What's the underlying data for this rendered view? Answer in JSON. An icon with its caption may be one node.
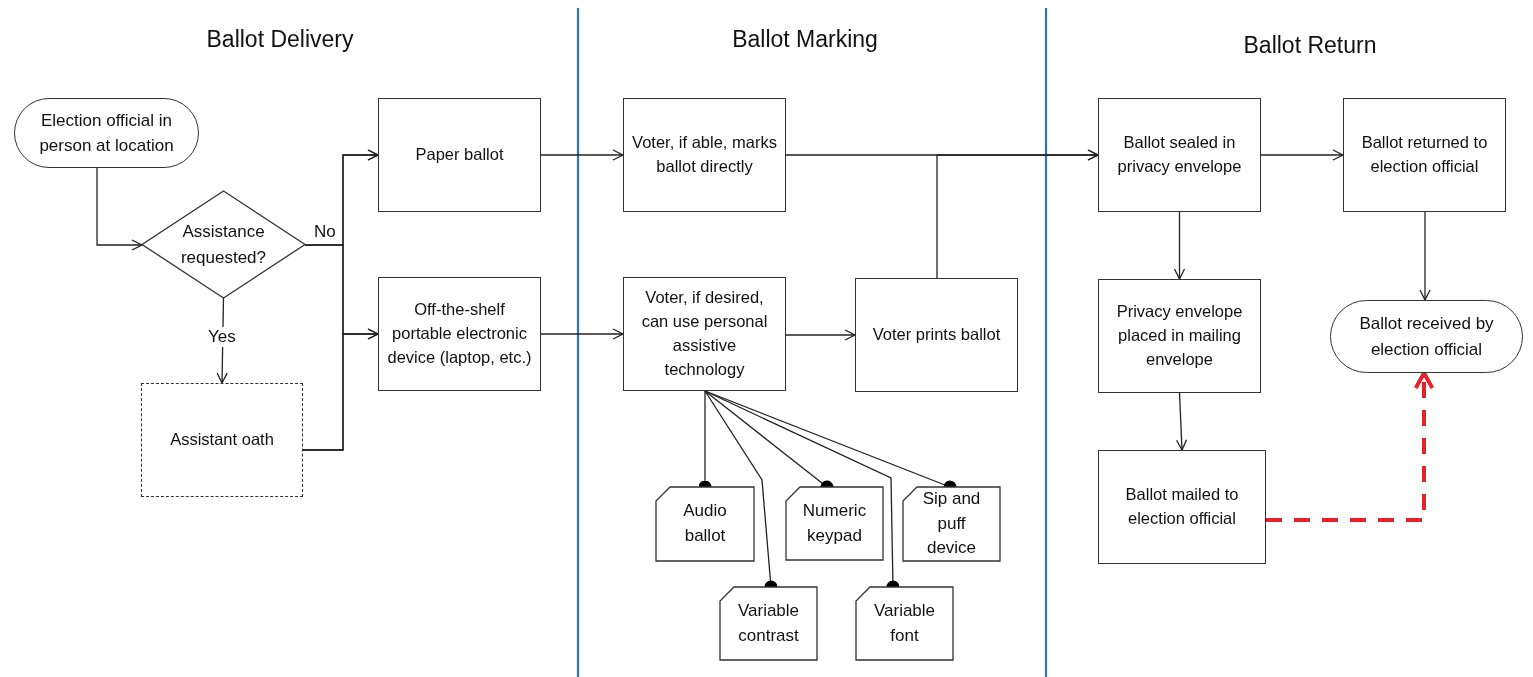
{
  "diagram": {
    "nodes": [
      {
        "text": [
          "Election official in person at location"
        ]
      },
      {
        "text": [
          "Assistance requested?"
        ]
      },
      {
        "text": [
          "Assistant oath"
        ]
      },
      {
        "text": [
          "Paper ballot"
        ]
      },
      {
        "text": [
          "Off-the-shelf portable electronic device (laptop, etc.)"
        ]
      },
      {
        "text": [
          "Voter, if able, marks ballot directly"
        ]
      },
      {
        "text": [
          "Voter, if desired, can use personal assistive technology"
        ]
      },
      {
        "text": [
          "Voter prints ballot"
        ]
      },
      {
        "text": [
          "Audio ballot"
        ]
      },
      {
        "text": [
          "Numeric keypad"
        ]
      },
      {
        "text": [
          "Sip and puff device"
        ]
      },
      {
        "text": [
          "Variable contrast"
        ]
      },
      {
        "text": [
          "Variable font"
        ]
      },
      {
        "text": [
          "Ballot sealed in privacy envelope"
        ]
      },
      {
        "text": [
          "Ballot returned to election official"
        ]
      },
      {
        "text": [
          "Privacy envelope placed in mailing envelope"
        ]
      },
      {
        "text": [
          "Ballot mailed to election official"
        ]
      },
      {
        "text": [
          "Ballot received by election official"
        ]
      }
    ],
    "edges": [
      {
        "from": 0,
        "to": 1,
        "arrow": "to"
      },
      {
        "from": 1,
        "to": 3,
        "arrow": "to",
        "label": "No"
      },
      {
        "from": 1,
        "to": 4,
        "arrow": "to"
      },
      {
        "from": 1,
        "to": 2,
        "arrow": "to",
        "label": "Yes"
      },
      {
        "from": 2,
        "to": 3,
        "arrow": "to"
      },
      {
        "from": 2,
        "to": 4,
        "arrow": "to"
      },
      {
        "from": 3,
        "to": 5,
        "arrow": "to"
      },
      {
        "from": 4,
        "to": 6,
        "arrow": "to"
      },
      {
        "from": 5,
        "to": 13,
        "arrow": "to"
      },
      {
        "from": 6,
        "to": 7,
        "arrow": "to"
      },
      {
        "from": 7,
        "to": 13,
        "arrow": "to"
      },
      {
        "from": 13,
        "to": 14,
        "arrow": "to"
      },
      {
        "from": 13,
        "to": 15,
        "arrow": "to"
      },
      {
        "from": 14,
        "to": 17,
        "arrow": "to"
      },
      {
        "from": 15,
        "to": 16,
        "arrow": "to"
      },
      {
        "from": 16,
        "to": 17,
        "arrow": "to",
        "style": "dashed",
        "color": "#e8202a"
      },
      {
        "from": 6,
        "to": 8,
        "arrow": "other"
      },
      {
        "from": 6,
        "to": 11,
        "arrow": "other"
      },
      {
        "from": 6,
        "to": 12,
        "arrow": "other"
      },
      {
        "from": 6,
        "to": 9,
        "arrow": "other"
      },
      {
        "from": 6,
        "to": 10,
        "arrow": "other"
      }
    ],
    "labels": [
      "Ballot Delivery",
      "Ballot Marking",
      "Ballot Return"
    ]
  }
}
